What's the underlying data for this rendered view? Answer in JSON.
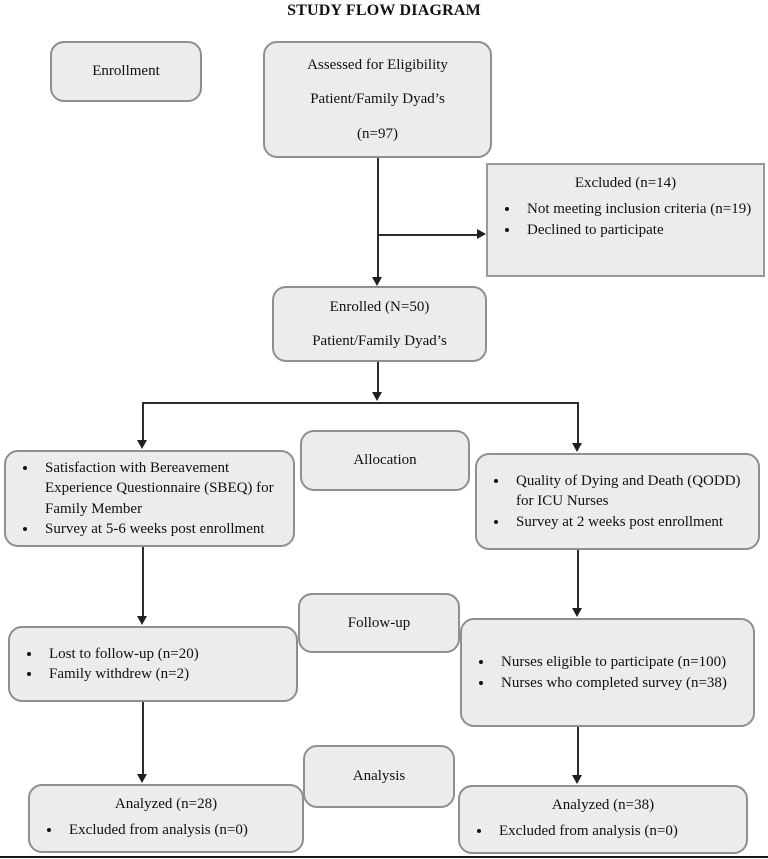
{
  "title": "STUDY FLOW DIAGRAM",
  "colors": {
    "box_fill": "#ececec",
    "box_border": "#8f8f8f",
    "connector": "#1f1f1f"
  },
  "stages": {
    "enrollment": "Enrollment",
    "allocation": "Allocation",
    "followup": "Follow-up",
    "analysis": "Analysis"
  },
  "boxes": {
    "assessed": {
      "lines": [
        "Assessed for Eligibility",
        "Patient/Family Dyad’s",
        "(n=97)"
      ]
    },
    "excluded": {
      "title": "Excluded (n=14)",
      "items": [
        "Not meeting inclusion criteria (n=19)",
        "Declined to participate"
      ]
    },
    "enrolled": {
      "lines": [
        "Enrolled (N=50)",
        "Patient/Family Dyad’s"
      ]
    },
    "sbeq": {
      "items": [
        "Satisfaction with Bereavement Experience Questionnaire (SBEQ) for Family Member",
        "Survey at 5-6 weeks post enrollment"
      ]
    },
    "qodd": {
      "items": [
        "Quality of Dying and Death (QODD) for ICU Nurses",
        "Survey at 2 weeks post enrollment"
      ]
    },
    "lost": {
      "items": [
        "Lost to follow-up (n=20)",
        "Family withdrew (n=2)"
      ]
    },
    "nurses": {
      "items": [
        "Nurses eligible to participate (n=100)",
        "Nurses who completed survey (n=38)"
      ]
    },
    "analyzed_family": {
      "title": "Analyzed (n=28)",
      "items": [
        "Excluded from analysis (n=0)"
      ]
    },
    "analyzed_nurses": {
      "title": "Analyzed (n=38)",
      "items": [
        "Excluded from analysis (n=0)"
      ]
    }
  }
}
